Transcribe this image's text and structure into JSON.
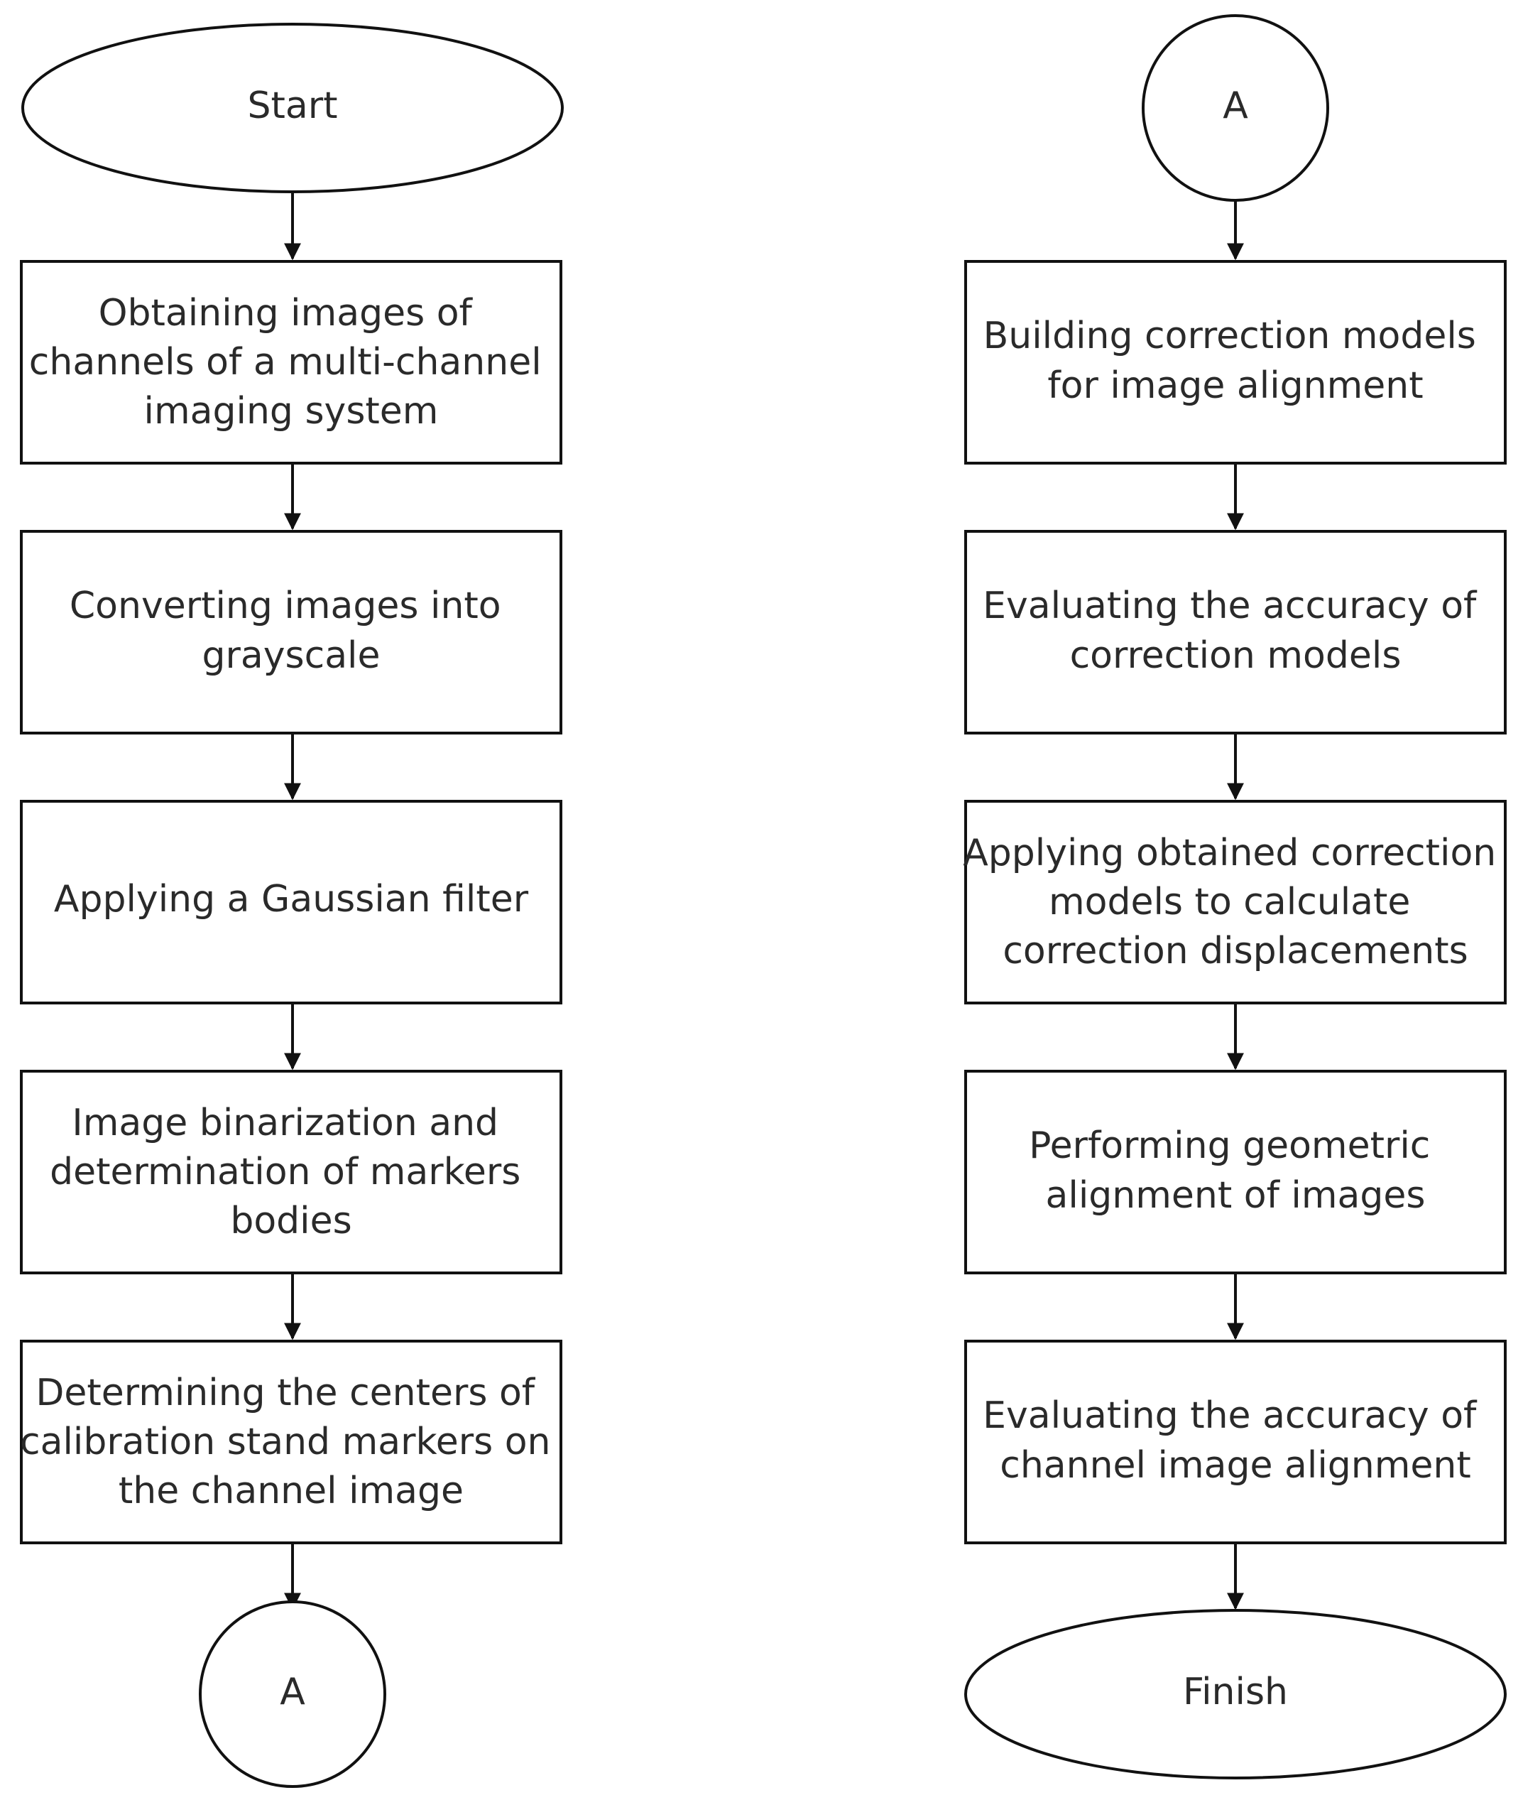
{
  "colors": {
    "stroke": "#111111",
    "fill": "#ffffff",
    "text": "#2a2a2a"
  },
  "left_column": {
    "start": "Start",
    "steps": [
      [
        "Obtaining images of",
        "channels of a multi-channel",
        "imaging system"
      ],
      [
        "Converting images into",
        "grayscale"
      ],
      [
        "Applying a Gaussian filter"
      ],
      [
        "Image binarization and",
        "determination of markers",
        "bodies"
      ],
      [
        "Determining the centers of",
        "calibration stand markers on",
        "the channel image"
      ]
    ],
    "connector": "A"
  },
  "right_column": {
    "connector": "A",
    "steps": [
      [
        "Building correction models",
        "for image alignment"
      ],
      [
        "Evaluating the accuracy of",
        "correction models"
      ],
      [
        "Applying obtained correction",
        "models to calculate",
        "correction displacements"
      ],
      [
        "Performing geometric",
        "alignment of images"
      ],
      [
        "Evaluating the accuracy of",
        "channel image alignment"
      ]
    ],
    "finish": "Finish"
  }
}
